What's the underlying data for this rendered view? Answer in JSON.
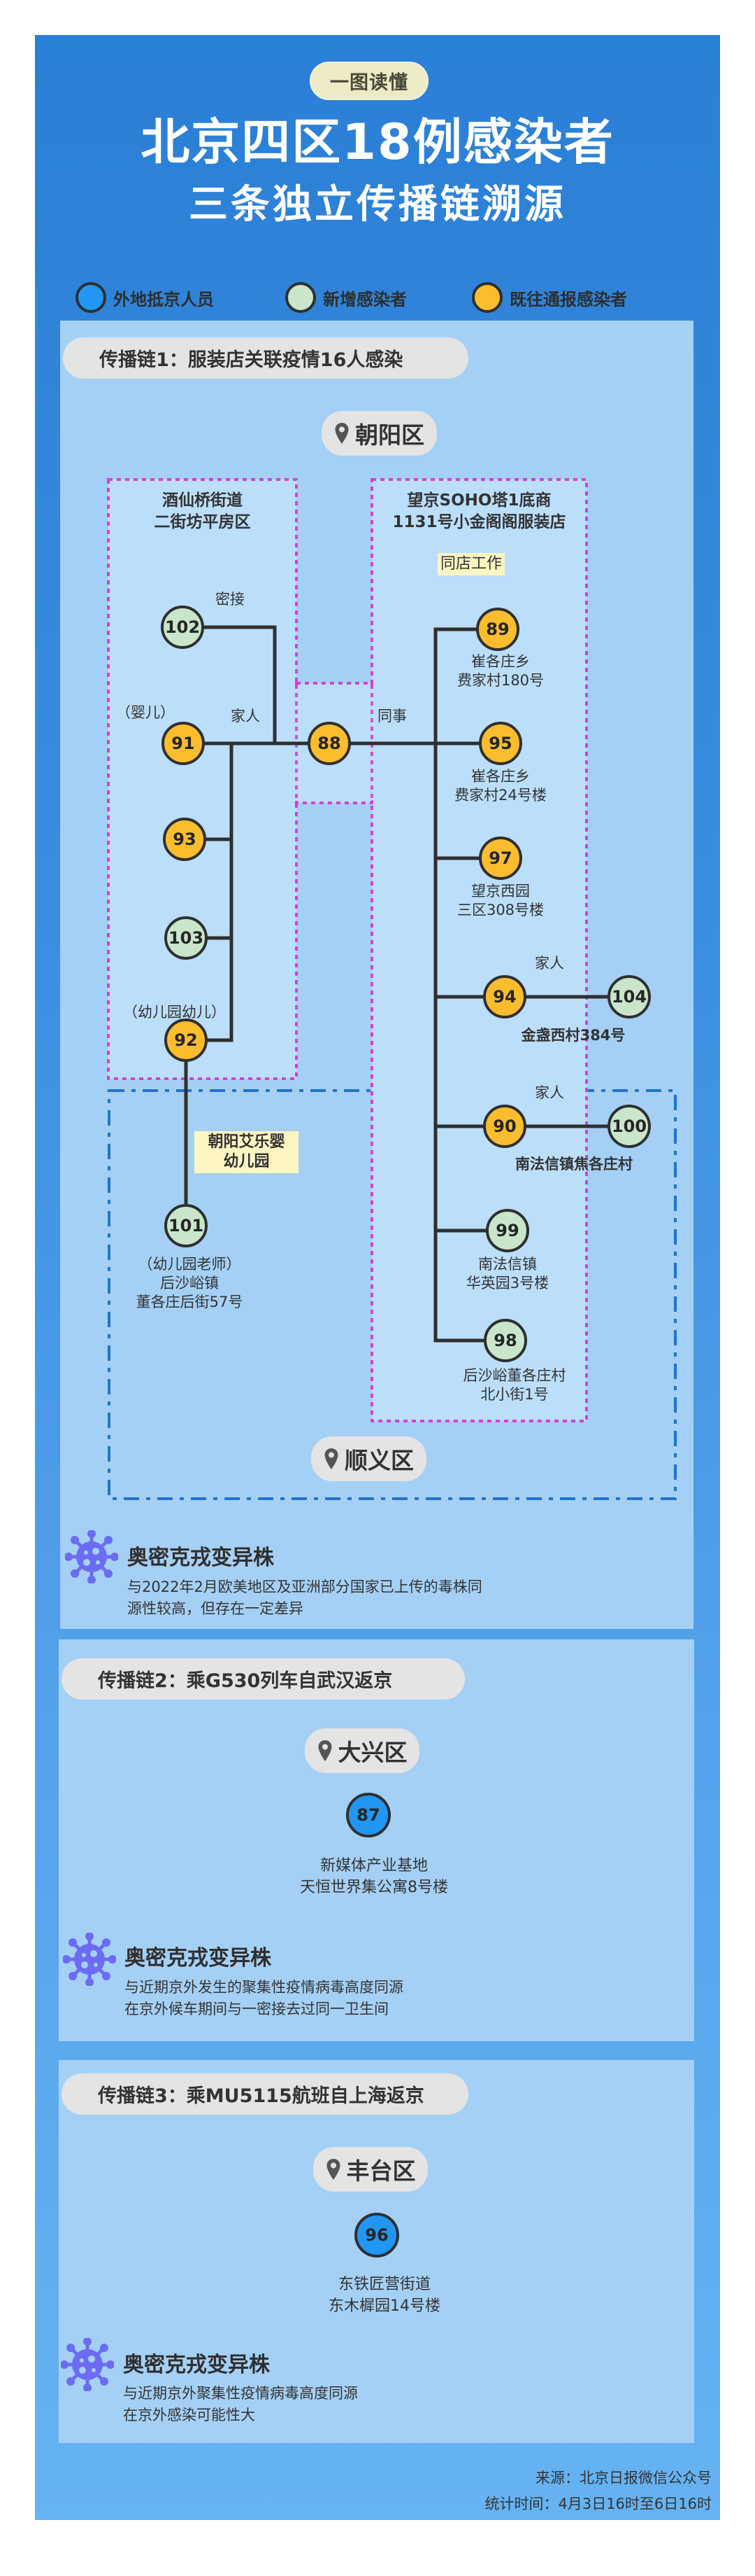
{
  "header": {
    "badge": "一图读懂",
    "title_line1": "北京四区18例感染者",
    "title_line2": "三条独立传播链溯源"
  },
  "legend": [
    {
      "label": "外地抵京人员",
      "type": "out",
      "color": "#2196f3"
    },
    {
      "label": "新增感染者",
      "type": "new",
      "color": "#c9e6cb"
    },
    {
      "label": "既往通报感染者",
      "type": "prev",
      "color": "#fbbd2e"
    }
  ],
  "colors": {
    "background_top": "#2a7fd6",
    "panel": "#a5d0f5",
    "box_fill": "#bbdefb",
    "dotted_border": "#d63fd6",
    "dashdot_border": "#1e74d0",
    "virus_icon": "#6b6bf5",
    "line": "#2f2f2f"
  },
  "chain1": {
    "header": "传播链1：服装店关联疫情16人感染",
    "district_top": "朝阳区",
    "district_bottom": "顺义区",
    "left_box_title": [
      "酒仙桥街道",
      "二街坊平房区"
    ],
    "right_box_title": [
      "望京SOHO塔1底商",
      "1131号小金阁阁服装店"
    ],
    "right_box_note": "同店工作",
    "kindergarten_note": [
      "朝阳艾乐婴",
      "幼儿园"
    ],
    "relations": {
      "close_contact": "密接",
      "family": "家人",
      "colleague": "同事",
      "family_94": "家人",
      "family_90": "家人"
    },
    "annotations": {
      "infant": "（婴儿）",
      "kindergarten_child": "（幼儿园幼儿）",
      "kindergarten_teacher": "（幼儿园老师）"
    },
    "nodes": {
      "n102": {
        "id": "102",
        "type": "new"
      },
      "n91": {
        "id": "91",
        "type": "prev"
      },
      "n93": {
        "id": "93",
        "type": "prev"
      },
      "n103": {
        "id": "103",
        "type": "new"
      },
      "n92": {
        "id": "92",
        "type": "prev"
      },
      "n88": {
        "id": "88",
        "type": "prev"
      },
      "n101": {
        "id": "101",
        "type": "new",
        "address": [
          "后沙峪镇",
          "董各庄后街57号"
        ]
      },
      "n89": {
        "id": "89",
        "type": "prev",
        "address": [
          "崔各庄乡",
          "费家村180号"
        ]
      },
      "n95": {
        "id": "95",
        "type": "prev",
        "address": [
          "崔各庄乡",
          "费家村24号楼"
        ]
      },
      "n97": {
        "id": "97",
        "type": "prev",
        "address": [
          "望京西园",
          "三区308号楼"
        ]
      },
      "n94": {
        "id": "94",
        "type": "prev"
      },
      "n104": {
        "id": "104",
        "type": "new"
      },
      "n94_address": "金盏西村384号",
      "n90": {
        "id": "90",
        "type": "prev"
      },
      "n100": {
        "id": "100",
        "type": "new"
      },
      "n90_address": "南法信镇焦各庄村",
      "n99": {
        "id": "99",
        "type": "new",
        "address": [
          "南法信镇",
          "华英园3号楼"
        ]
      },
      "n98": {
        "id": "98",
        "type": "new",
        "address": [
          "后沙峪董各庄村",
          "北小街1号"
        ]
      }
    },
    "omicron": {
      "title": "奥密克戎变异株",
      "text": [
        "与2022年2月欧美地区及亚洲部分国家已上传的毒株同",
        "源性较高，但存在一定差异"
      ]
    }
  },
  "chain2": {
    "header": "传播链2：乘G530列车自武汉返京",
    "district": "大兴区",
    "node": {
      "id": "87",
      "type": "out",
      "address": [
        "新媒体产业基地",
        "天恒世界集公寓8号楼"
      ]
    },
    "omicron": {
      "title": "奥密克戎变异株",
      "text": [
        "与近期京外发生的聚集性疫情病毒高度同源",
        "在京外候车期间与一密接去过同一卫生间"
      ]
    }
  },
  "chain3": {
    "header": "传播链3：乘MU5115航班自上海返京",
    "district": "丰台区",
    "node": {
      "id": "96",
      "type": "out",
      "address": [
        "东铁匠营街道",
        "东木樨园14号楼"
      ]
    },
    "omicron": {
      "title": "奥密克戎变异株",
      "text": [
        "与近期京外聚集性疫情病毒高度同源",
        "在京外感染可能性大"
      ]
    }
  },
  "footer": {
    "source": "来源：北京日报微信公众号",
    "time": "统计时间：4月3日16时至6日16时"
  }
}
